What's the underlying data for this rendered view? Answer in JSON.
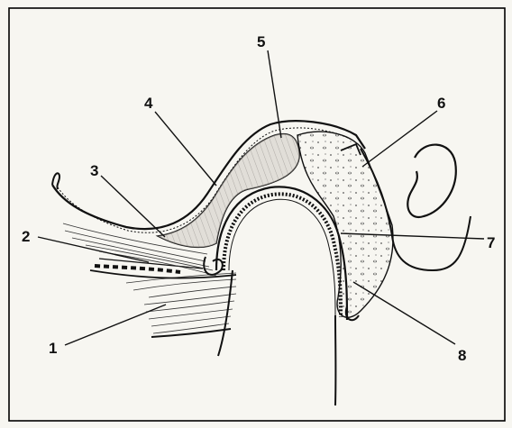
{
  "figure": {
    "border_color": "#000000",
    "background_color": "#f7f6f1",
    "ink_color": "#1a1a1a",
    "shading_color": "#cfcbc2",
    "labels": [
      {
        "id": "1",
        "text": "1"
      },
      {
        "id": "2",
        "text": "2"
      },
      {
        "id": "3",
        "text": "3"
      },
      {
        "id": "4",
        "text": "4"
      },
      {
        "id": "5",
        "text": "5"
      },
      {
        "id": "6",
        "text": "6"
      },
      {
        "id": "7",
        "text": "7"
      },
      {
        "id": "8",
        "text": "8"
      }
    ]
  }
}
